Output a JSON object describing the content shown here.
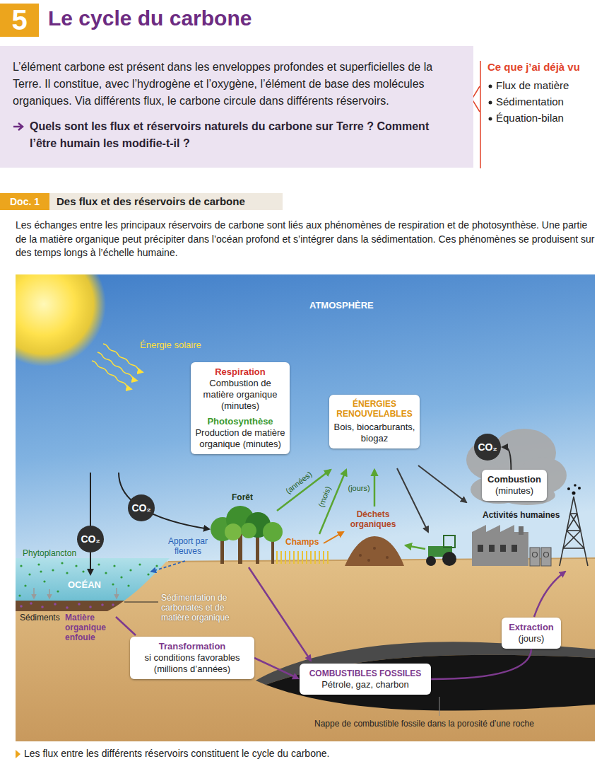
{
  "diagram": {
    "title": "Le cycle du carbone",
    "caption": "Les flux entre les différents réservoirs constituent le cycle du carbone.",
    "nodes": [
      {
        "text": [
          "5"
        ]
      },
      {
        "text": [
          "L’élément carbone est présent dans les enveloppes profondes et superficielles de la Terre. Il constitue, avec l’hydrogène et l’oxygène, l’élément de base des molécules organiques. Via différents flux, le carbone circule dans différents réservoirs.",
          "Quels sont les flux et réservoirs naturels du carbone sur Terre ? Comment l’être humain les modifie-t-il ?"
        ]
      },
      {
        "text": [
          "Doc. 1"
        ]
      },
      {
        "text": [
          "Respiration",
          "Combustion de matière organique (minutes)",
          "Photosynthèse",
          "Production de matière organique (minutes)"
        ]
      },
      {
        "text": [
          "ÉNERGIES RENOUVELABLES",
          "Bois, biocarburants, biogaz"
        ]
      },
      {
        "text": [
          "CO₂"
        ]
      },
      {
        "text": [
          "Combustion",
          "(minutes)"
        ]
      },
      {
        "text": [
          "CO₂"
        ]
      },
      {
        "text": [
          "CO₂"
        ]
      },
      {
        "text": [
          "Extraction",
          "(jours)"
        ]
      },
      {
        "text": [
          "Transformation",
          "si conditions favorables (millions d’années)"
        ]
      },
      {
        "text": [
          "COMBUSTIBLES FOSSILES",
          "Pétrole, gaz, charbon"
        ]
      }
    ],
    "edges": [
      {
        "from": 6,
        "to": 5,
        "arrow": "to"
      },
      {
        "from": 10,
        "to": 11,
        "arrow": "to"
      },
      {
        "from": 11,
        "to": 9,
        "arrow": "none"
      }
    ],
    "labels": [
      "Ce que j’ai déjà vu",
      "Flux de matière",
      "Sédimentation",
      "Équation-bilan",
      "Des flux et des réservoirs de carbone",
      "Les échanges entre les principaux réservoirs de carbone sont liés aux phénomènes de respiration et de photosynthèse. Une partie de la matière organique peut précipiter dans l’océan profond et s’intégrer dans la sédimentation. Ces phénomènes se produisent sur des temps longs à l’échelle humaine.",
      "ATMOSPHÈRE",
      "Énergie solaire",
      "Forêt",
      "(années)",
      "(mois)",
      "(jours)",
      "Champs",
      "Déchets organiques",
      "Activités humaines",
      "Apport par fleuves",
      "Phytoplancton",
      "OCÉAN",
      "Sédiments",
      "Matière organique enfouie",
      "Sédimentation de carbonates et de matière organique",
      "Nappe de combustible fossile dans la porosité d’une roche"
    ]
  }
}
